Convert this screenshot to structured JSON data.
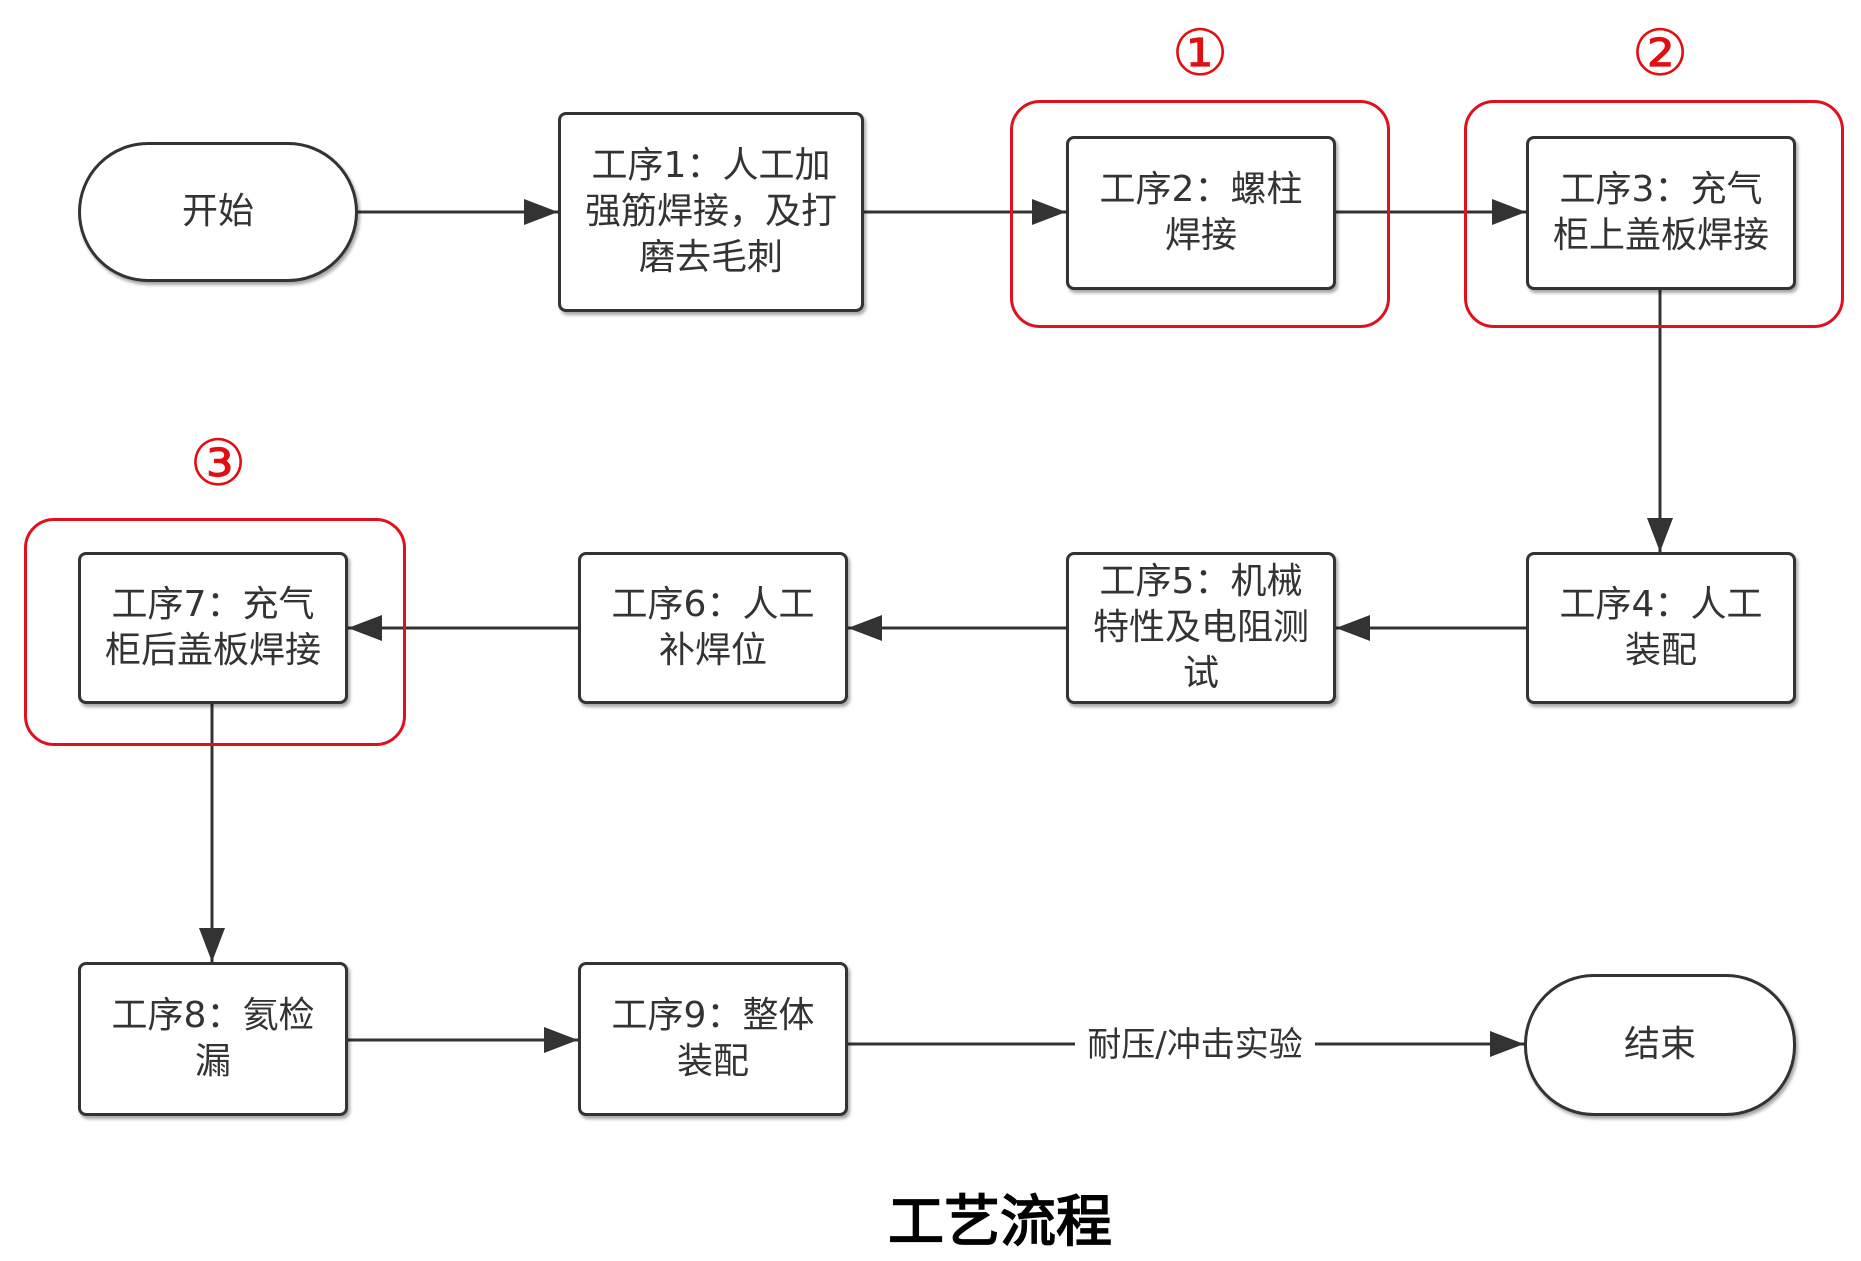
{
  "title": "工艺流程",
  "highlight_color": "#e0101e",
  "markers": [
    "①",
    "②",
    "③"
  ],
  "nodes": {
    "start": "开始",
    "p1": "工序1：人工加强筋焊接，及打磨去毛刺",
    "p2": "工序2：螺柱焊接",
    "p3": "工序3：充气柜上盖板焊接",
    "p4": "工序4：人工装配",
    "p5": "工序5：机械特性及电阻测试",
    "p6": "工序6：人工补焊位",
    "p7": "工序7：充气柜后盖板焊接",
    "p8": "工序8：氦检漏",
    "p9": "工序9：整体装配",
    "end": "结束"
  },
  "edge_label": "耐压/冲击实验"
}
